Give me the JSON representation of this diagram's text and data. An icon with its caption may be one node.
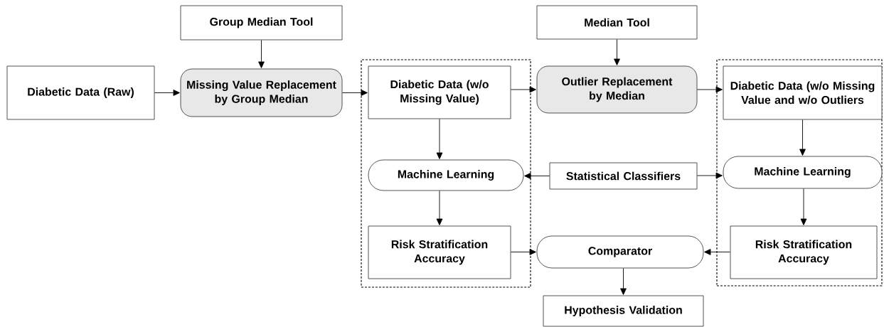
{
  "diagram": {
    "nodes": [
      {
        "text": [
          "Group Median Tool"
        ]
      },
      {
        "text": [
          "Diabetic Data (Raw)"
        ]
      },
      {
        "text": [
          "Missing Value Replacement by Group Median"
        ]
      },
      {
        "text": [],
        "shape": "box"
      },
      {
        "text": [
          "Diabetic Data (w/o Missing Value)"
        ],
        "in": 3
      },
      {
        "text": [
          "Machine Learning"
        ],
        "in": 3
      },
      {
        "text": [
          "Risk Stratification Accuracy"
        ],
        "in": 3
      },
      {
        "text": [
          "Median Tool"
        ]
      },
      {
        "text": [
          "Outlier Replacement by Median"
        ]
      },
      {
        "text": [],
        "shape": "box"
      },
      {
        "text": [
          "Diabetic Data (w/o Missing Value and w/o Outliers"
        ],
        "in": 9
      },
      {
        "text": [
          "Statistical Classifiers"
        ]
      },
      {
        "text": [
          "Machine Learning"
        ],
        "in": 9
      },
      {
        "text": [
          "Risk Stratification Accuracy"
        ],
        "in": 9
      },
      {
        "text": [
          "Comparator"
        ]
      },
      {
        "text": [
          "Hypothesis Validation"
        ]
      }
    ],
    "edges": [
      {
        "from": 0,
        "to": 2,
        "arrow": "to"
      },
      {
        "from": 1,
        "to": 2,
        "arrow": "to"
      },
      {
        "from": 2,
        "to": 4,
        "arrow": "to"
      },
      {
        "from": 4,
        "to": 8,
        "arrow": "to"
      },
      {
        "from": 7,
        "to": 8,
        "arrow": "to"
      },
      {
        "from": 8,
        "to": 10,
        "arrow": "to"
      },
      {
        "from": 4,
        "to": 5,
        "arrow": "to"
      },
      {
        "from": 5,
        "to": 6,
        "arrow": "to"
      },
      {
        "from": 11,
        "to": 5,
        "arrow": "to"
      },
      {
        "from": 11,
        "to": 12,
        "arrow": "to"
      },
      {
        "from": 10,
        "to": 12,
        "arrow": "to"
      },
      {
        "from": 12,
        "to": 13,
        "arrow": "to"
      },
      {
        "from": 6,
        "to": 14,
        "arrow": "to"
      },
      {
        "from": 13,
        "to": 14,
        "arrow": "to"
      },
      {
        "from": 14,
        "to": 15,
        "arrow": "to"
      }
    ]
  }
}
